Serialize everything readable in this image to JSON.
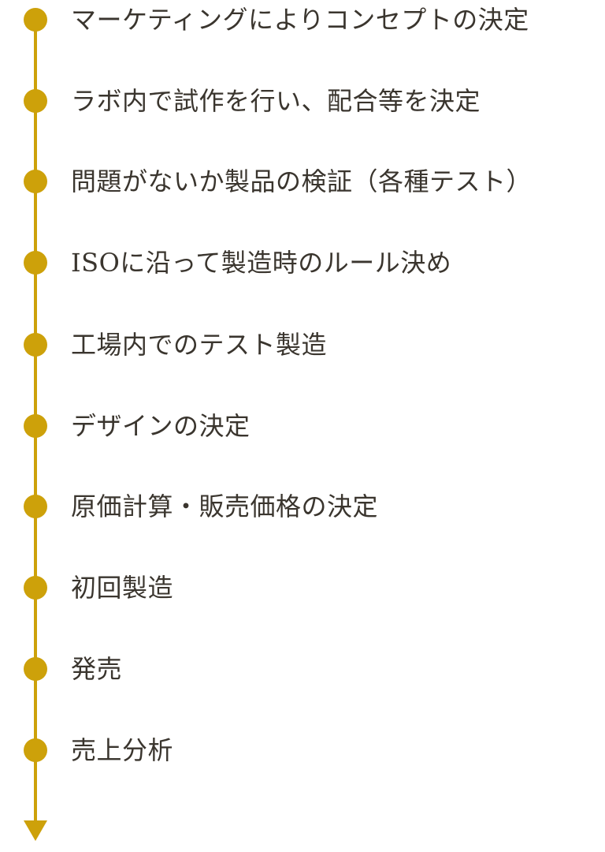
{
  "accent_color": "#cda10a",
  "steps": [
    {
      "label": "マーケティングによりコンセプトの決定"
    },
    {
      "label": "ラボ内で試作を行い、配合等を決定"
    },
    {
      "label": "問題がないか製品の検証（各種テスト）"
    },
    {
      "label": "ISOに沿って製造時のルール決め"
    },
    {
      "label": "工場内でのテスト製造"
    },
    {
      "label": "デザインの決定"
    },
    {
      "label": "原価計算・販売価格の決定"
    },
    {
      "label": "初回製造"
    },
    {
      "label": "発売"
    },
    {
      "label": "売上分析"
    }
  ]
}
